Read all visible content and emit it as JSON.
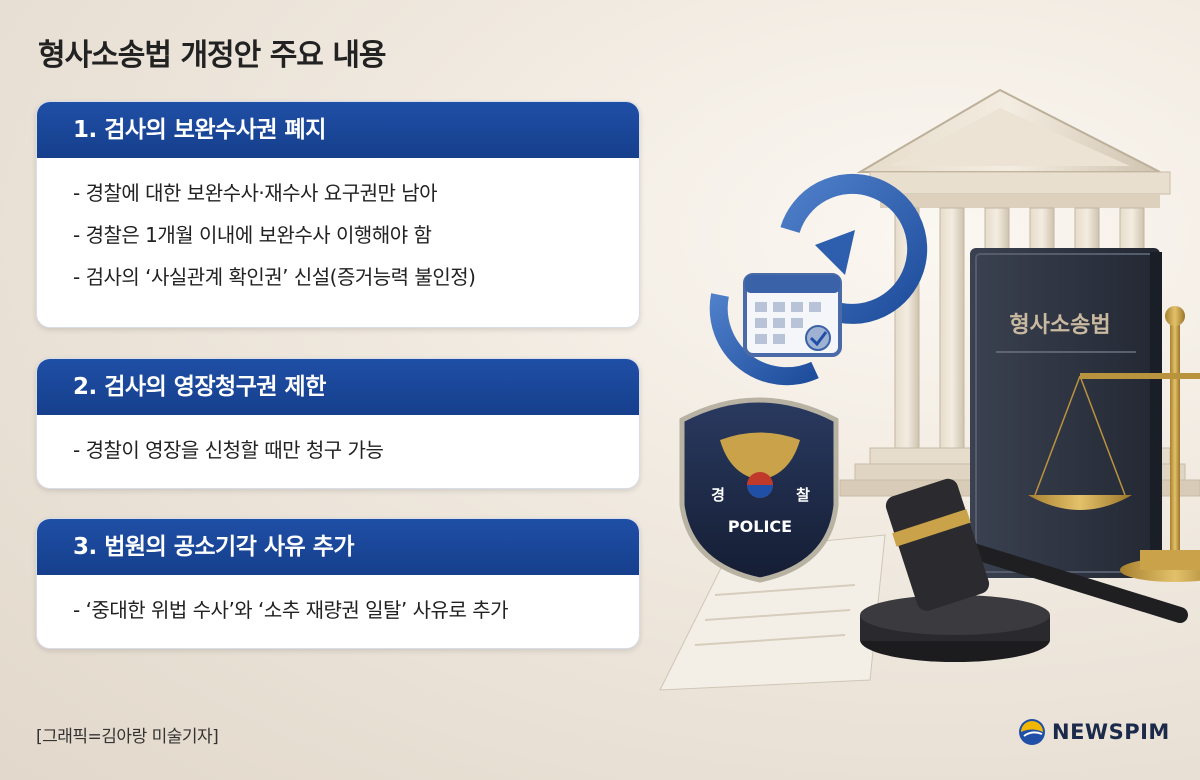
{
  "title": "형사소송법 개정안 주요 내용",
  "sections": [
    {
      "heading": "1. 검사의 보완수사권 폐지",
      "items": [
        "- 경찰에 대한 보완수사·재수사 요구권만 남아",
        "- 경찰은 1개월 이내에 보완수사 이행해야 함",
        "- 검사의 ‘사실관계 확인권’ 신설(증거능력 불인정)"
      ]
    },
    {
      "heading": "2. 검사의 영장청구권 제한",
      "items": [
        "- 경찰이 영장을 신청할 때만 청구 가능"
      ]
    },
    {
      "heading": "3. 법원의 공소기각 사유 추가",
      "items": [
        "- ‘중대한 위법 수사’와 ‘소추 재량권 일탈’ 사유로 추가"
      ]
    }
  ],
  "illustration": {
    "book_title": "형사소송법",
    "badge_left": "경",
    "badge_right": "찰",
    "badge_text": "POLICE"
  },
  "credit": "[그래픽=김아랑 미술기자]",
  "logo": {
    "text": "NEWSPIM",
    "icon": "newspim-logo-icon"
  },
  "colors": {
    "header_blue": "#1f4fa6",
    "badge_navy": "#1c2a4a",
    "gold": "#c9a24a"
  }
}
